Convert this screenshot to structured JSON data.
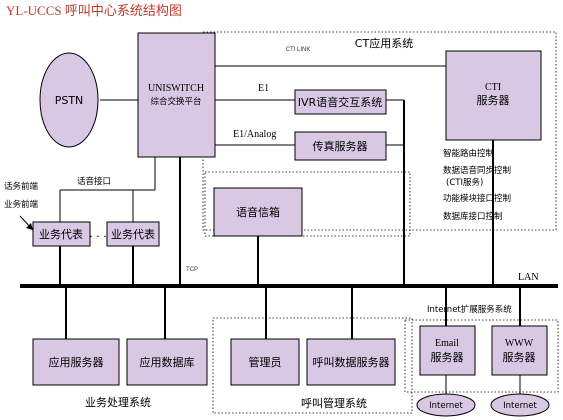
{
  "title": "YL-UCCS 呼叫中心系统结构图",
  "colors": {
    "title": "#c0392b",
    "box_fill": "#d8c8e4",
    "stroke": "#000000"
  },
  "nodes": {
    "pstn": "PSTN",
    "uniswitch_line1": "UNISWITCH",
    "uniswitch_line2": "综合交换平台",
    "ivr": "IVR语音交互系统",
    "fax": "传真服务器",
    "cti_line1": "CTI",
    "cti_line2": "服务器",
    "voicemail": "语音信箱",
    "agent1": "业务代表",
    "agent2": "业务代表",
    "agent_dots": ". . .",
    "app_server": "应用服务器",
    "app_db": "应用数据库",
    "manager": "管理员",
    "call_data_server": "呼叫数据服务器",
    "email_line1": "Email",
    "email_line2": "服务器",
    "www_line1": "WWW",
    "www_line2": "服务器",
    "internet1": "Internet",
    "internet2": "Internet"
  },
  "labels": {
    "cti_link": "CTI LINK",
    "ct_system": "CT应用系统",
    "e1": "E1",
    "e1_analog": "E1/Analog",
    "voice_interface": "话音接口",
    "voice_front": "话务前端",
    "business_front": "业务前端",
    "tcp": "TCP",
    "lan": "LAN",
    "internet_ext": "Internet扩展服务系统",
    "business_system": "业务处理系统",
    "call_mgmt_system": "呼叫管理系统"
  },
  "cti_functions": [
    "智能路由控制",
    "数据语音同步控制",
    "(CTI服务)",
    "功能模块接口控制",
    "数据库接口控制"
  ]
}
